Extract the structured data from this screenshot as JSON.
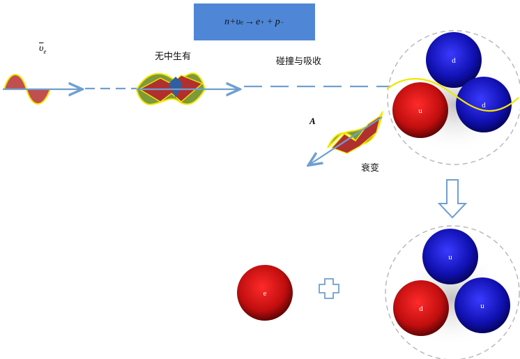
{
  "equation": {
    "lhs": "n+υ",
    "sub": "e",
    "arrow": "→",
    "e": "e",
    "e_sup": "+",
    "plus": "+",
    "p": "p",
    "p_sup": "−"
  },
  "antineutrino_symbol": "υ",
  "antineutrino_sub": "e",
  "label_creation": "无中生有",
  "label_collision": "碰撞与吸收",
  "label_a": "A",
  "label_decay": "衰变",
  "quarks_top": {
    "q1": "d",
    "q2": "u",
    "q3": "d"
  },
  "quarks_bottom": {
    "q1": "u",
    "q2": "d",
    "q3": "u"
  },
  "electron": "e",
  "colors": {
    "blue_box": "#4f86d6",
    "arrow": "#6f9fd0",
    "red": "#c0392b",
    "olive": "#7d9a3a",
    "yellow": "#f2e600",
    "quark_blue": "#1414b4",
    "quark_red": "#c81414"
  }
}
